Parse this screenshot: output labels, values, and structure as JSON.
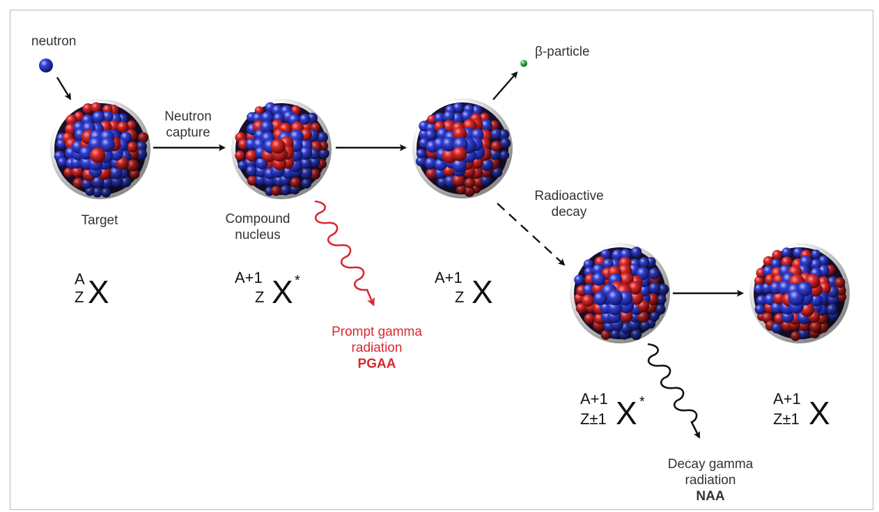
{
  "colors": {
    "proton": "#c0141e",
    "neutron": "#2f3cc7",
    "beta": "#29b23a",
    "prompt_arrow": "#d9282f",
    "arrow": "#111111"
  },
  "labels": {
    "neutron": "neutron",
    "beta": "β-particle",
    "neutron_capture": [
      "Neutron",
      "capture"
    ],
    "target": "Target",
    "compound": [
      "Compound",
      "nucleus"
    ],
    "radioactive_decay": [
      "Radioactive",
      "decay"
    ],
    "prompt_gamma": [
      "Prompt gamma",
      "radiation",
      "PGAA"
    ],
    "decay_gamma": [
      "Decay gamma",
      "radiation",
      "NAA"
    ]
  },
  "isotopes": [
    {
      "mass": "A",
      "charge": "Z",
      "symbol": "X",
      "excited": ""
    },
    {
      "mass": "A+1",
      "charge": "Z",
      "symbol": "X",
      "excited": "*"
    },
    {
      "mass": "A+1",
      "charge": "Z",
      "symbol": "X",
      "excited": ""
    },
    {
      "mass": "A+1",
      "charge": "Z±1",
      "symbol": "X",
      "excited": "*"
    },
    {
      "mass": "A+1",
      "charge": "Z±1",
      "symbol": "X",
      "excited": ""
    }
  ]
}
